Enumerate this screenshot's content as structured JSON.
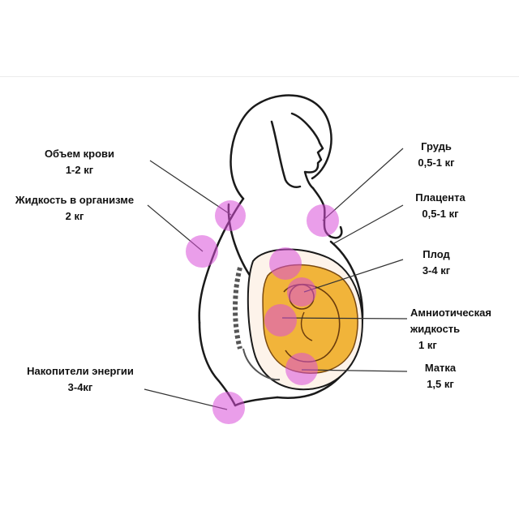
{
  "colors": {
    "marker": "#d84fd8",
    "marker_opacity": 0.55,
    "fetus_fill": "#f1b43a",
    "outline": "#1a1a1a",
    "leader": "#333333"
  },
  "labels": {
    "blood_volume": {
      "title": "Объем крови",
      "weight": "1-2 кг"
    },
    "body_fluid": {
      "title": "Жидкость в организме",
      "weight": "2 кг"
    },
    "energy_stores": {
      "title": "Накопители энергии",
      "weight": "3-4кг"
    },
    "breast": {
      "title": "Грудь",
      "weight": "0,5-1 кг"
    },
    "placenta": {
      "title": "Плацента",
      "weight": "0,5-1 кг"
    },
    "fetus": {
      "title": "Плод",
      "weight": "3-4 кг"
    },
    "amniotic": {
      "title": "Амниотическая",
      "title2": "жидкость",
      "weight": "1 кг"
    },
    "uterus": {
      "title": "Матка",
      "weight": "1,5 кг"
    }
  }
}
